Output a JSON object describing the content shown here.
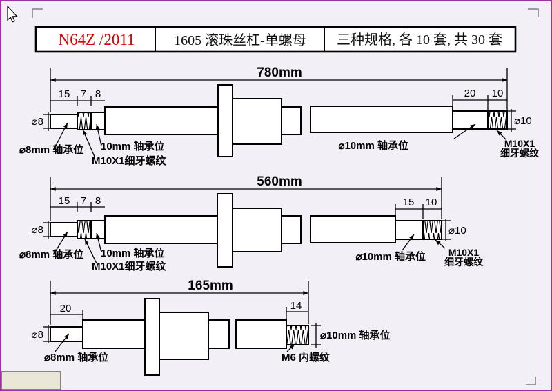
{
  "titleblock": {
    "code": "N64Z  /2011",
    "product": "1605 滚珠丝杠-单螺母",
    "spec": "三种规格, 各 10 套, 共 30 套"
  },
  "d780": {
    "total": "780mm",
    "dims_left": [
      "15",
      "7",
      "8"
    ],
    "dims_right": [
      "20",
      "10"
    ],
    "dia_left": "⌀8",
    "dia_right": "⌀10",
    "label_left_bearing": "⌀8mm 轴承位",
    "label_mid_bearing": "10mm 轴承位",
    "label_left_thread": "M10X1细牙螺纹",
    "label_right_bearing": "⌀10mm 轴承位",
    "label_right_thread_1": "M10X1",
    "label_right_thread_2": "细牙螺纹"
  },
  "d560": {
    "total": "560mm",
    "dims_left": [
      "15",
      "7",
      "8"
    ],
    "dims_right": [
      "15",
      "10"
    ],
    "dia_left": "⌀8",
    "dia_right": "⌀10",
    "label_left_bearing": "⌀8mm 轴承位",
    "label_mid_bearing": "10mm 轴承位",
    "label_left_thread": "M10X1细牙螺纹",
    "label_right_bearing": "⌀10mm 轴承位",
    "label_right_thread_1": "M10X1",
    "label_right_thread_2": "细牙螺纹"
  },
  "d165": {
    "total": "165mm",
    "dims_left": [
      "20"
    ],
    "dims_right": [
      "14"
    ],
    "dia_left": "⌀8",
    "label_left_bearing": "⌀8mm 轴承位",
    "label_right_bearing": "⌀10mm 轴承位",
    "label_thread": "M6 内螺纹"
  },
  "colors": {
    "frame": "#993399",
    "accent_red": "#dd0000",
    "background": "#f2eff7",
    "window_fragment": "#eae6d8"
  }
}
